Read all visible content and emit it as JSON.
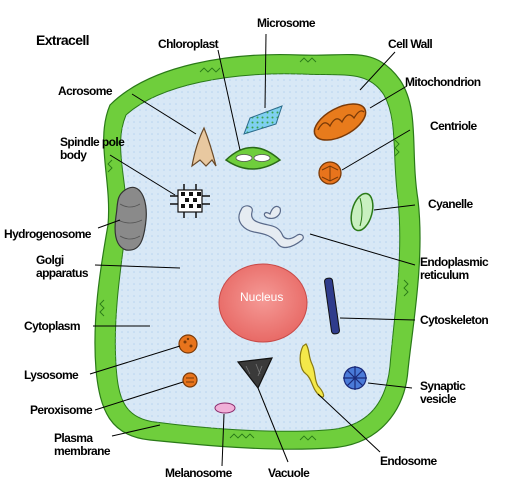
{
  "diagram": {
    "region_label": "Extracell",
    "nucleus_label": "Nucleus",
    "labels": {
      "microsome": "Microsome",
      "chloroplast": "Chloroplast",
      "cell_wall": "Cell Wall",
      "acrosome": "Acrosome",
      "mitochondrion": "Mitochondrion",
      "centriole": "Centriole",
      "spindle_pole_body": "Spindle pole body",
      "cyanelle": "Cyanelle",
      "hydrogenosome": "Hydrogenosome",
      "golgi_apparatus": "Golgi apparatus",
      "endoplasmic_reticulum": "Endoplasmic reticulum",
      "cytoplasm": "Cytoplasm",
      "cytoskeleton": "Cytoskeleton",
      "lysosome": "Lysosome",
      "peroxisome": "Peroxisome",
      "synaptic_vesicle": "Synaptic vesicle",
      "plasma_membrane": "Plasma membrane",
      "endosome": "Endosome",
      "melanosome": "Melanosome",
      "vacuole": "Vacuole"
    },
    "colors": {
      "cell_wall": "#6fce3c",
      "cytoplasm": "#d8e8f6",
      "nucleus": "#f07c78",
      "mitochondrion": "#e87b1c",
      "centriole": "#e8741c",
      "chloroplast": "#6fce3c",
      "er": "#dfe6ee",
      "cytoskeleton": "#2f3c8c"
    }
  }
}
